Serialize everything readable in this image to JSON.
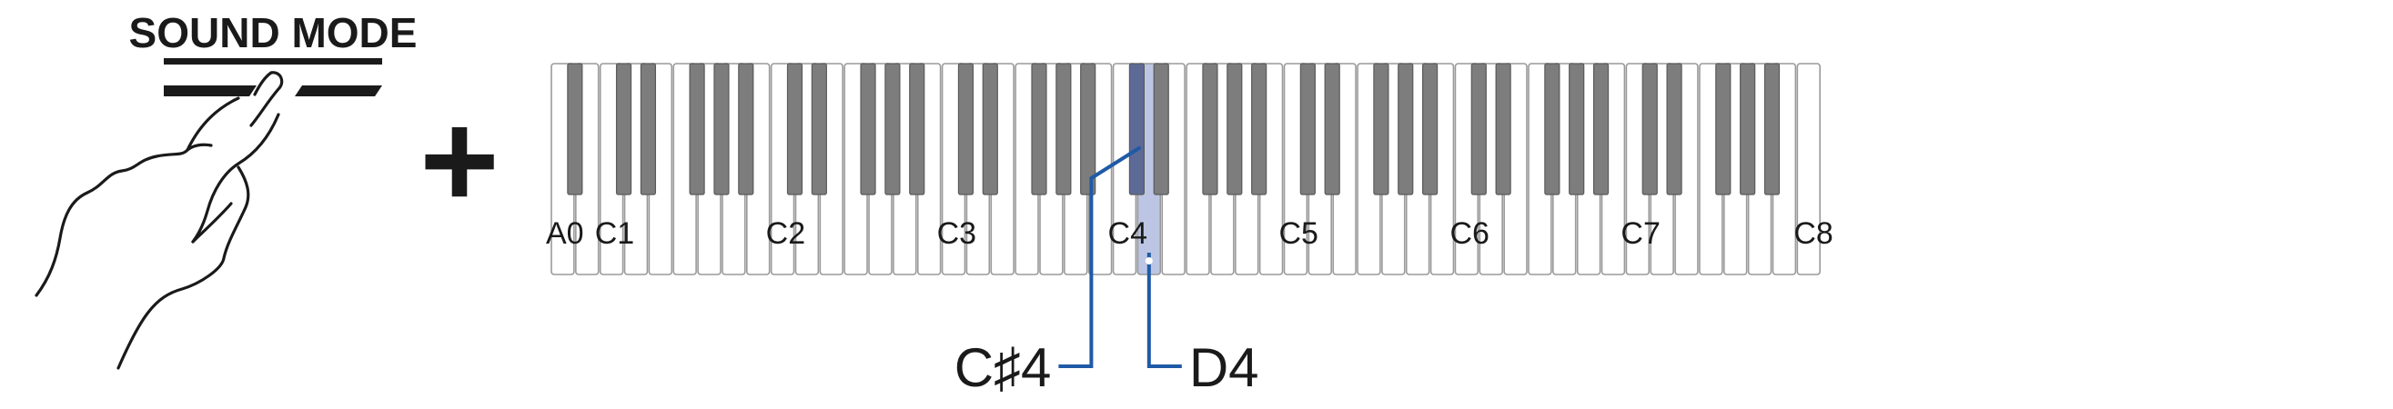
{
  "button": {
    "label": "SOUND MODE"
  },
  "plus": "+",
  "keyboard": {
    "octave_labels": [
      "A0",
      "C1",
      "C2",
      "C3",
      "C4",
      "C5",
      "C6",
      "C7",
      "C8"
    ],
    "highlighted_keys": [
      "C#4",
      "D4"
    ]
  },
  "callouts": {
    "sharp": "C♯4",
    "natural": "D4"
  },
  "colors": {
    "white_key": "#ffffff",
    "black_key": "#7d7d7d",
    "key_outline": "#9a9a9a",
    "highlight_white": "#bcc6e4",
    "highlight_black": "#5d6a96",
    "callout_line": "#1f5aa6",
    "text": "#1a1a1a"
  },
  "icons": {
    "press": "hand-pressing-icon"
  }
}
